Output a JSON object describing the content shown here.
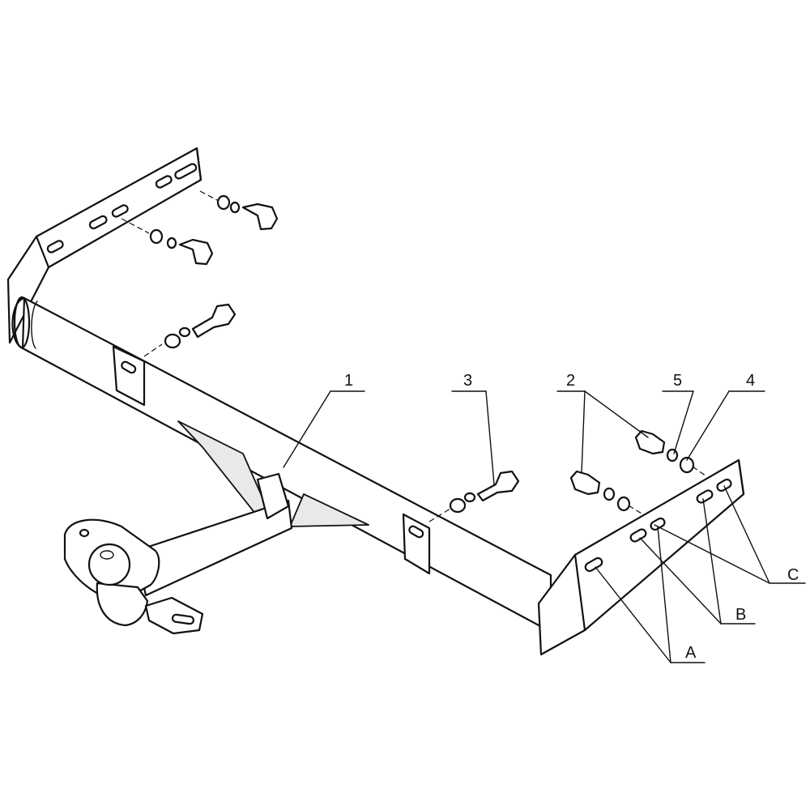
{
  "callouts": {
    "p1": "1",
    "p2": "2",
    "p3": "3",
    "p4": "4",
    "p5": "5",
    "A": "A",
    "B": "B",
    "C": "C"
  }
}
